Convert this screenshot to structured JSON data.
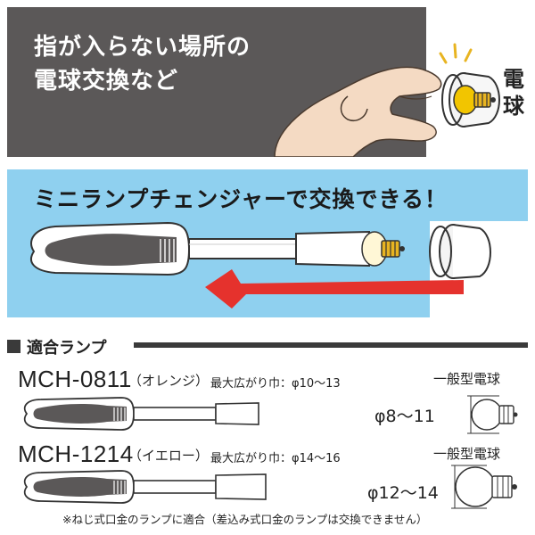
{
  "panel_top": {
    "title_lines": [
      "指が入らない場所の",
      "電球交換など"
    ],
    "side_label_chars": [
      "電",
      "球"
    ]
  },
  "panel_mid": {
    "title": "ミニランプチェンジャーで交換できる！"
  },
  "compatible": {
    "heading": "適合ランプ",
    "models": [
      {
        "code": "MCH-0811",
        "color": "（オレンジ）",
        "spec": "最大広がり巾：φ10～13",
        "bulb_type": "一般型電球",
        "bulb_size": "φ8～11",
        "accent": "#e8e8e8"
      },
      {
        "code": "MCH-1214",
        "color": "（イエロー）",
        "spec": "最大広がり巾：φ14～16",
        "bulb_type": "一般型電球",
        "bulb_size": "φ12～14",
        "accent": "#e8e8e8"
      }
    ],
    "footnote": "※ねじ式口金のランプに適合（差込み式口金のランプは交換できません）"
  },
  "colors": {
    "panel_top_bg": "#5b5858",
    "panel_mid_bg": "#8fd0ef",
    "arrow_red": "#e5322d",
    "bulb_gold": "#e8b421",
    "bulb_glow": "#f2c500"
  }
}
